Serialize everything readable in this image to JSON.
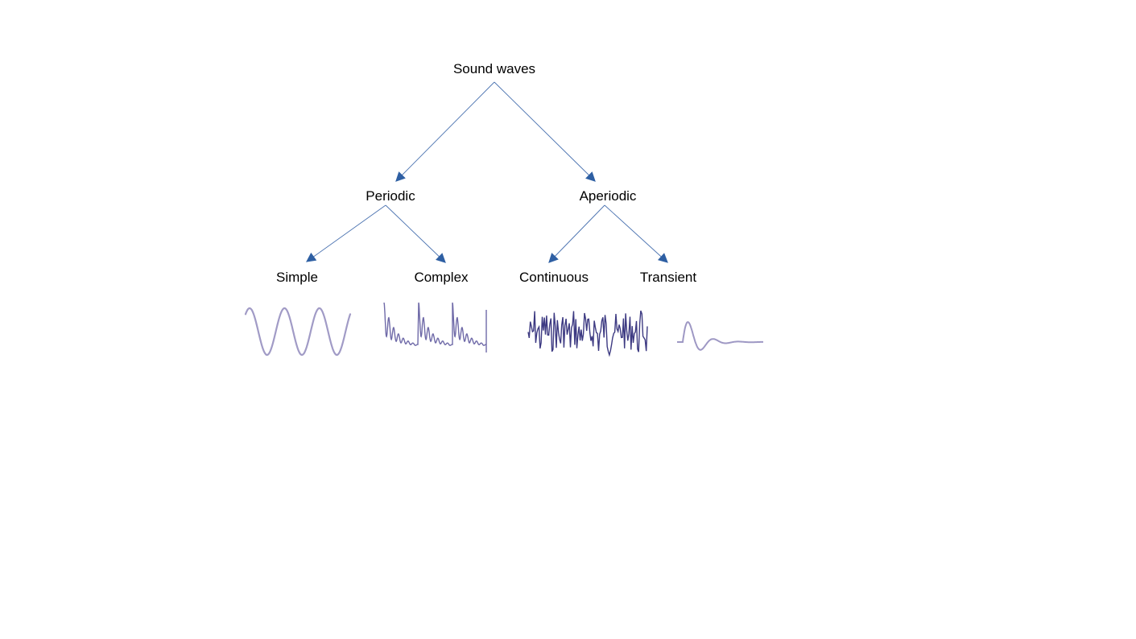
{
  "diagram": {
    "root": {
      "label": "Sound waves"
    },
    "level1": [
      {
        "label": "Periodic"
      },
      {
        "label": "Aperiodic"
      }
    ],
    "level2": [
      {
        "label": "Simple",
        "waveform": "sine-wave"
      },
      {
        "label": "Complex",
        "waveform": "complex-periodic-wave"
      },
      {
        "label": "Continuous",
        "waveform": "noise-wave"
      },
      {
        "label": "Transient",
        "waveform": "damped-transient-wave"
      }
    ]
  },
  "colors": {
    "arrow": "#2e5fa3",
    "wave_light": "#9e98c4",
    "wave_dark": "#3d3a82",
    "text": "#000000"
  }
}
